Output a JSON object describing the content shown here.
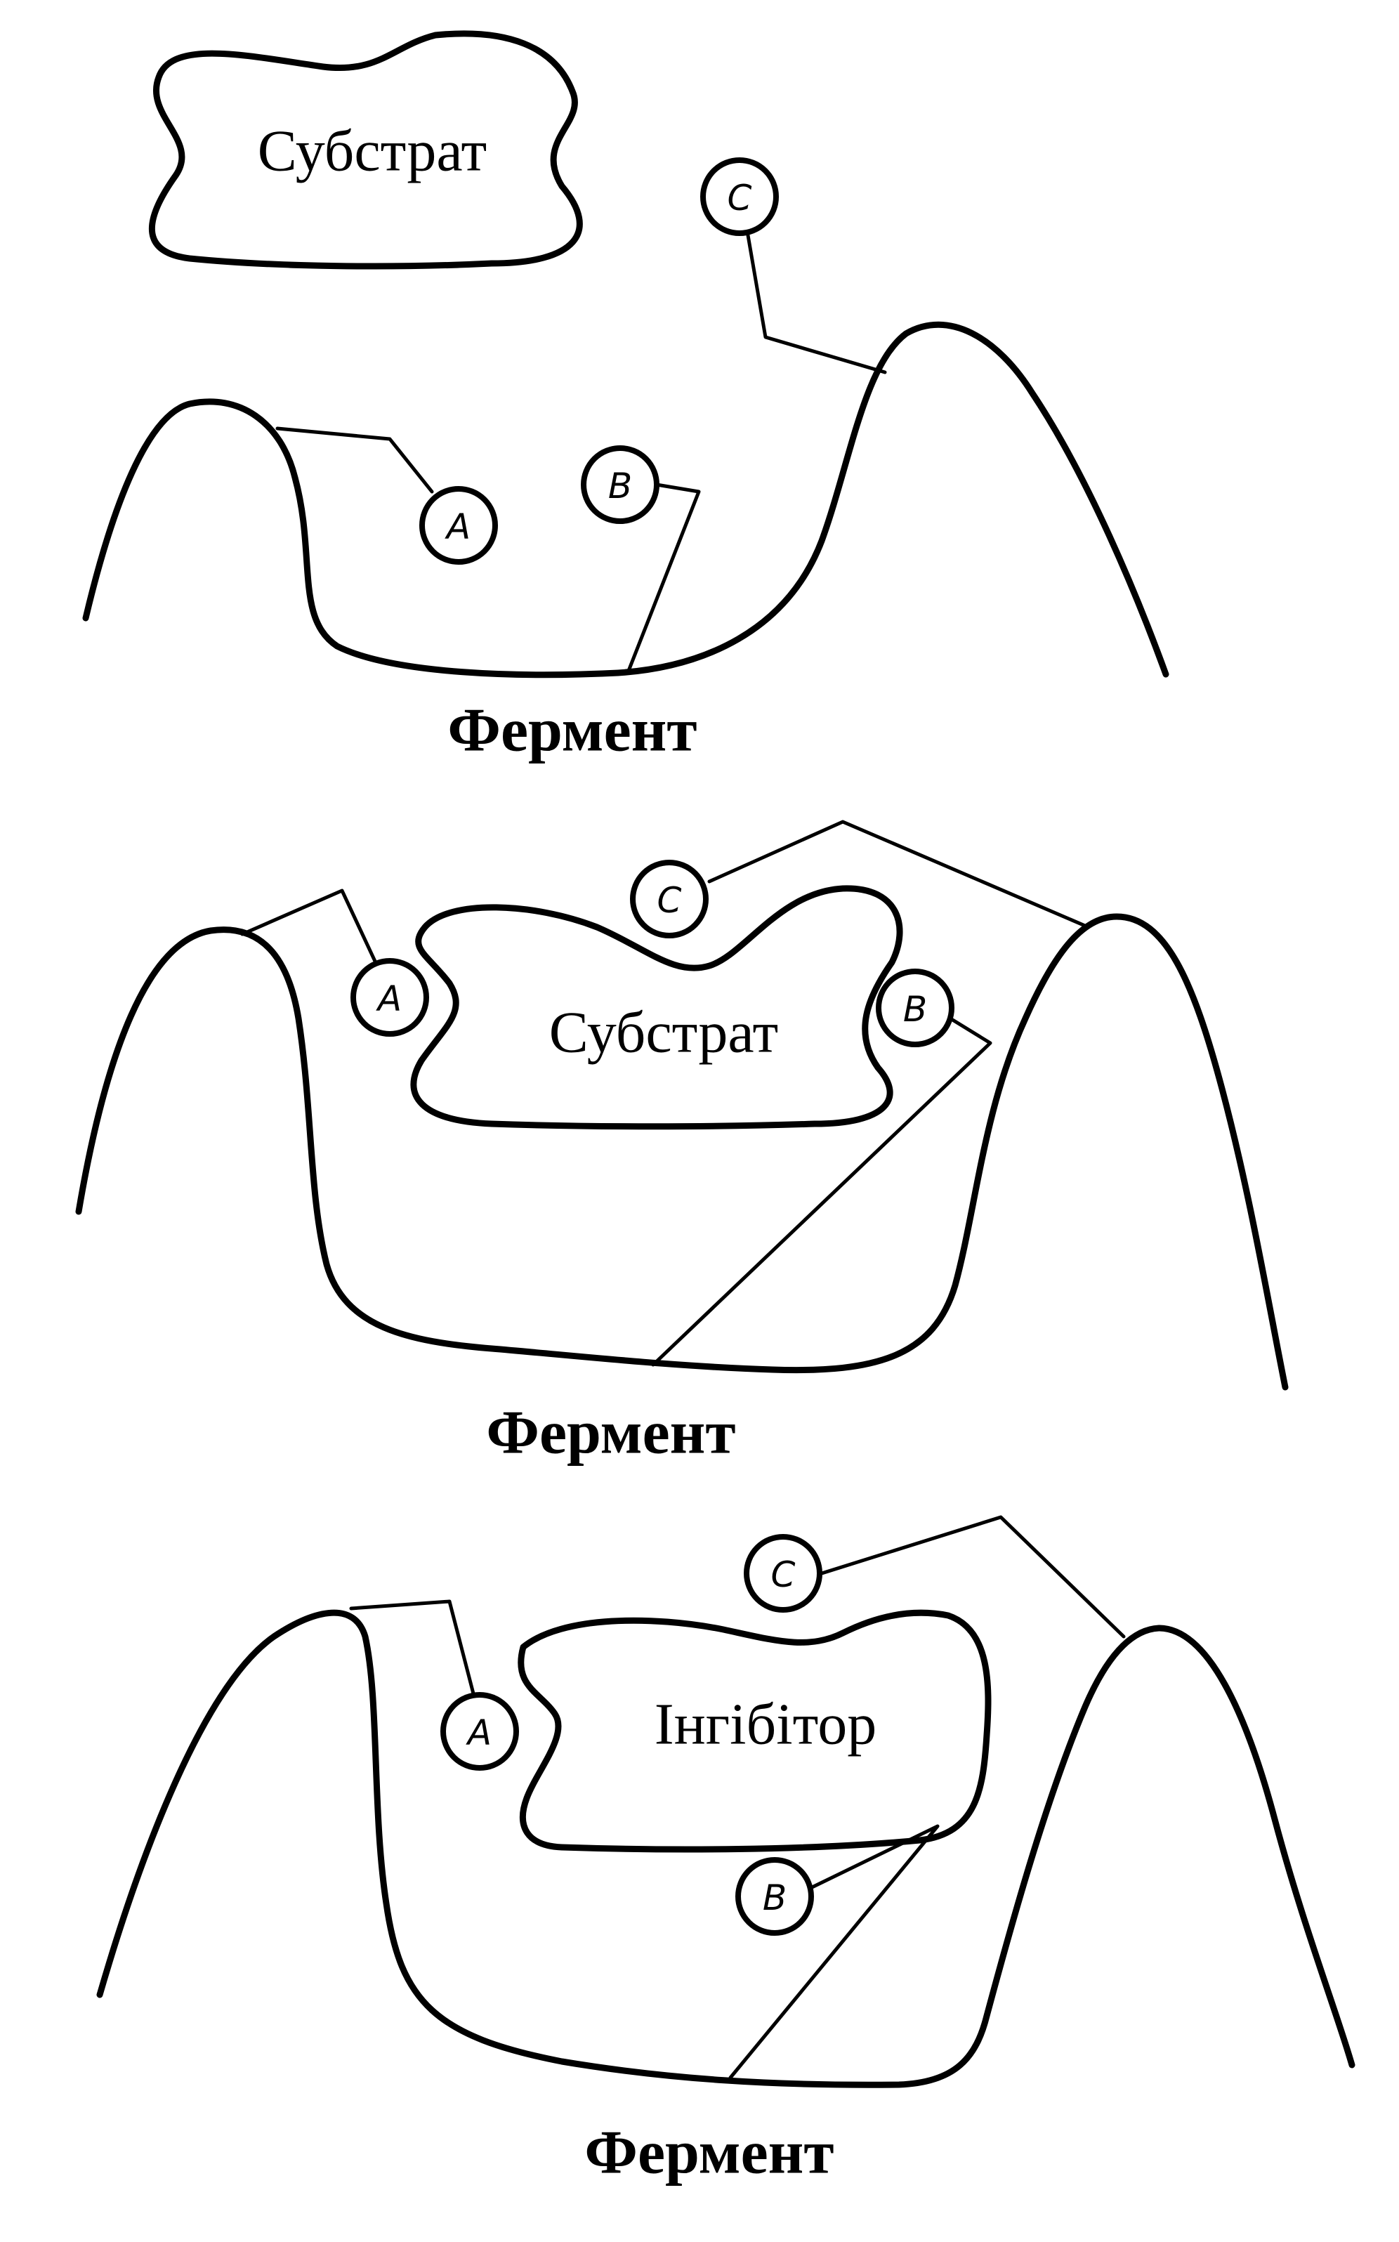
{
  "panels": [
    {
      "molecule_label": "Субстрат",
      "enzyme_label": "Фермент",
      "sites": [
        "A",
        "B",
        "C"
      ]
    },
    {
      "molecule_label": "Субстрат",
      "enzyme_label": "Фермент",
      "sites": [
        "A",
        "B",
        "C"
      ]
    },
    {
      "molecule_label": "Інгібітор",
      "enzyme_label": "Фермент",
      "sites": [
        "A",
        "B",
        "C"
      ]
    }
  ],
  "colors": {
    "ink": "#000000",
    "background": "#ffffff"
  }
}
